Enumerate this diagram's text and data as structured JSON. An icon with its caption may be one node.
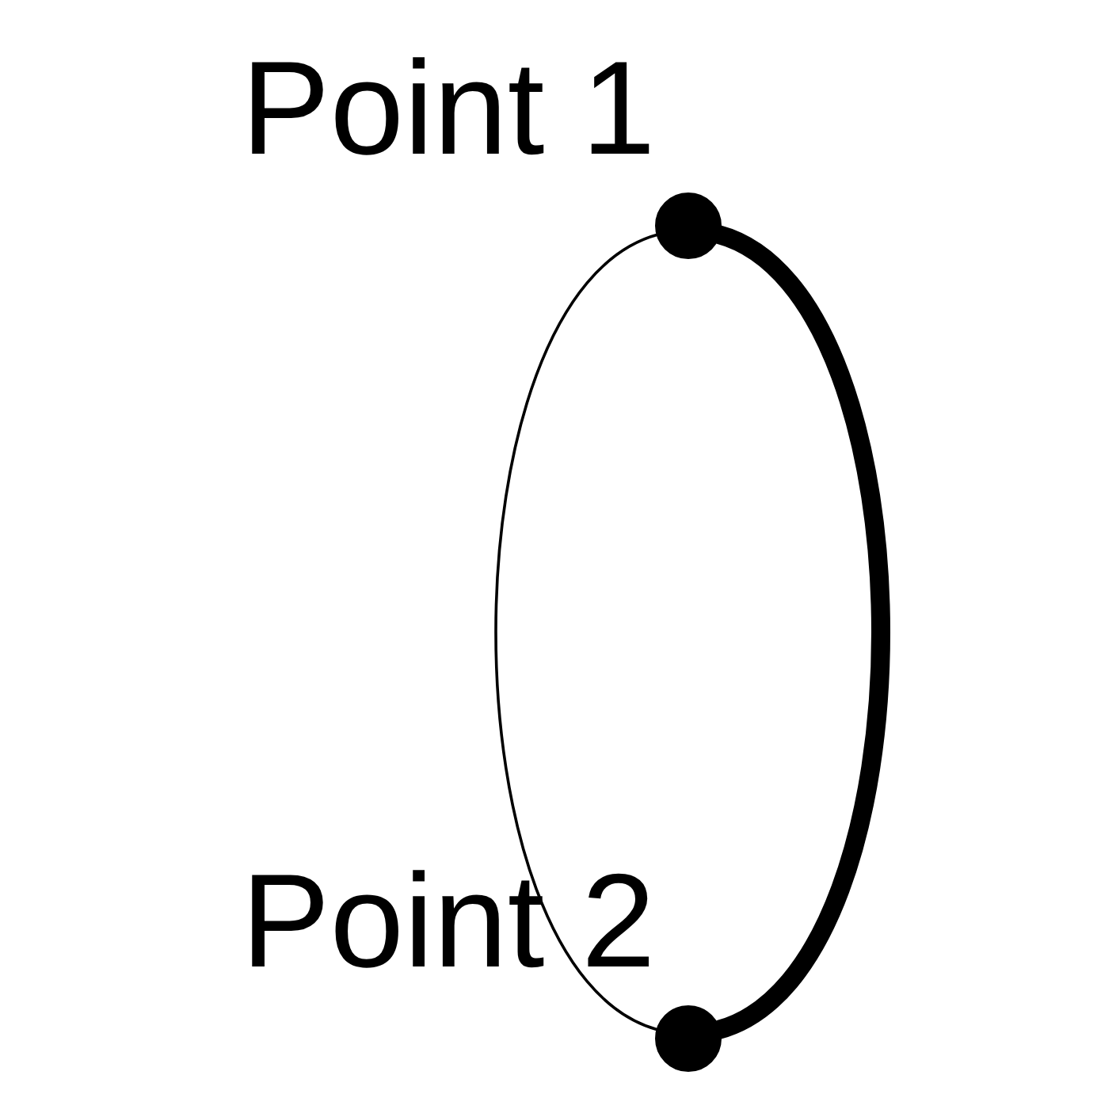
{
  "diagram": {
    "nodes": [
      {
        "text": [],
        "shape": "circle",
        "beside": [
          "Point 1"
        ]
      },
      {
        "text": [],
        "shape": "circle",
        "beside": [
          "Point 2"
        ]
      }
    ],
    "edges": [
      {
        "from": 0,
        "to": 1,
        "arrow": "none"
      },
      {
        "from": 0,
        "to": 1,
        "arrow": "none",
        "style": "thick"
      }
    ]
  }
}
